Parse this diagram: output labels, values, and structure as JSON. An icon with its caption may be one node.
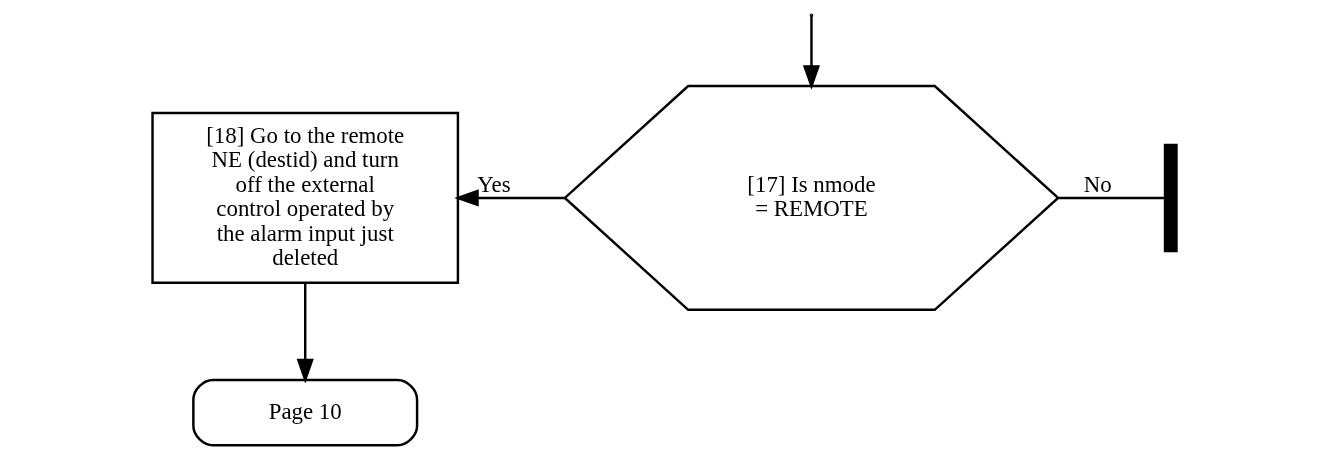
{
  "diagram": {
    "nodes": [
      {
        "text": [
          "[17] Is nmode = REMOTE"
        ]
      },
      {
        "text": [
          "[18] Go to the remote NE (destid) and turn off the external control operated by the alarm input just deleted"
        ]
      },
      {
        "text": [
          "Page 10"
        ]
      },
      {
        "text": [],
        "shape": "bar"
      }
    ],
    "edges": [
      {
        "from": null,
        "to": 0,
        "arrow": "to"
      },
      {
        "from": 0,
        "to": 1,
        "arrow": "to",
        "label": "Yes"
      },
      {
        "from": 0,
        "to": 3,
        "arrow": "none",
        "label": "No"
      },
      {
        "from": 1,
        "to": 2,
        "arrow": "to"
      }
    ]
  }
}
